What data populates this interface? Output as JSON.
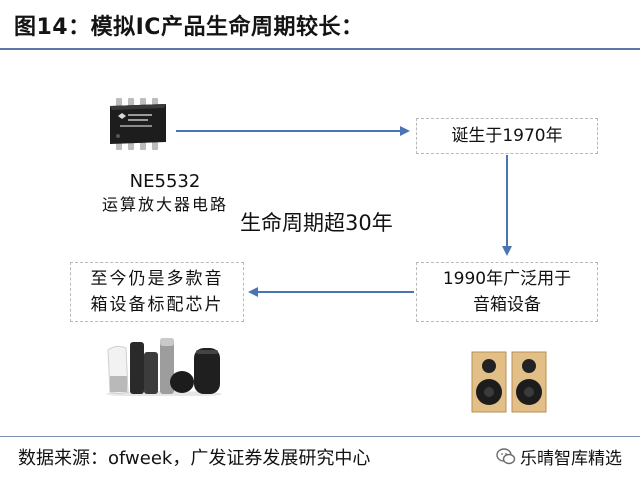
{
  "title": "图14：模拟IC产品生命周期较长：",
  "chip": {
    "name": "NE5532",
    "description": "运算放大器电路"
  },
  "boxes": {
    "born": "诞生于1970年",
    "popular_line1": "1990年广泛用于",
    "popular_line2": "音箱设备",
    "now_line1": "至今仍是多款音",
    "now_line2": "箱设备标配芯片"
  },
  "center_text": "生命周期超30年",
  "footer": {
    "source": "数据来源：ofweek，广发证券发展研究中心",
    "brand": "乐晴智库精选"
  },
  "icons": [
    "ic-chip-icon",
    "smart-speakers-icon",
    "wooden-speakers-icon",
    "wechat-icon"
  ]
}
